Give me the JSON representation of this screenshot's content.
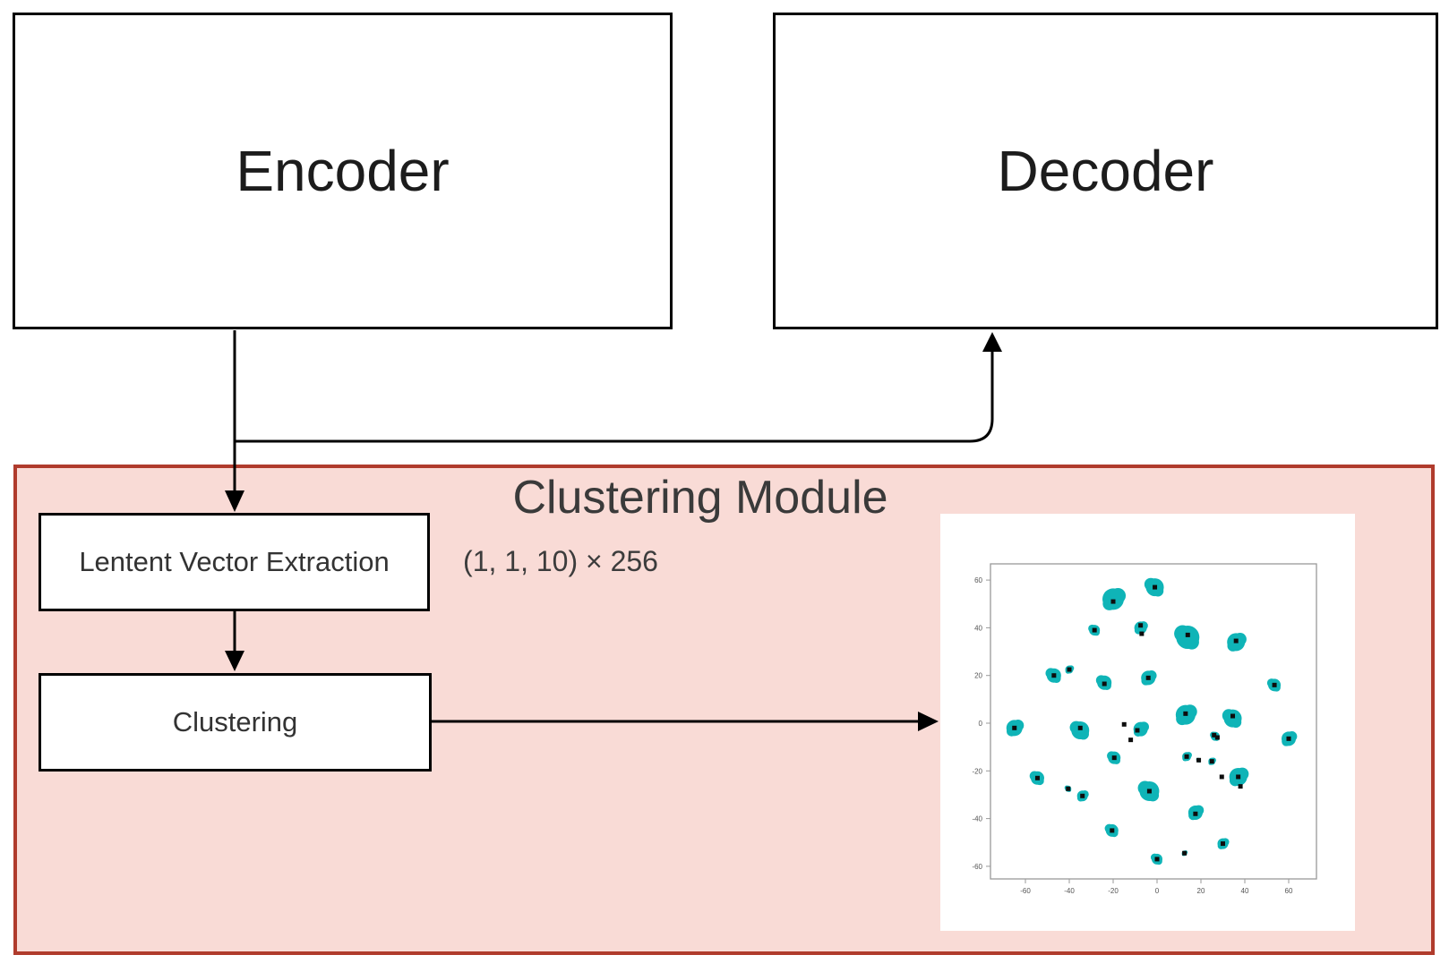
{
  "diagram": {
    "encoder_label": "Encoder",
    "decoder_label": "Decoder",
    "module_title": "Clustering Module",
    "shape_label": "(1, 1, 10) × 256",
    "latent_label": "Lentent Vector Extraction",
    "clustering_label": "Clustering"
  },
  "colors": {
    "module_fill": "#f9dbd6",
    "module_border": "#b03b2c",
    "box_border": "#000000",
    "arrow_black": "#000000",
    "cluster_teal": "#0fb4b7",
    "dot_black": "#0d0d0d",
    "axis_gray": "#999999",
    "tick_label": "#555555"
  },
  "chart_data": {
    "type": "scatter",
    "title": "",
    "xlabel": "",
    "ylabel": "",
    "xlim": [
      -75,
      73
    ],
    "ylim": [
      -66,
      67
    ],
    "grid": false,
    "legend": "none",
    "x_ticks": [
      -60,
      -40,
      -20,
      0,
      20,
      40,
      60
    ],
    "y_ticks": [
      60,
      40,
      20,
      0,
      -20,
      -40,
      -60
    ],
    "clusters": [
      {
        "x": -1,
        "y": 57,
        "r": 10
      },
      {
        "x": -20,
        "y": 52,
        "r": 12
      },
      {
        "x": -28.5,
        "y": 39,
        "r": 6
      },
      {
        "x": -7.5,
        "y": 40,
        "r": 7
      },
      {
        "x": 14,
        "y": 36,
        "r": 13
      },
      {
        "x": 36,
        "y": 34,
        "r": 10
      },
      {
        "x": -47,
        "y": 20,
        "r": 8
      },
      {
        "x": -40,
        "y": 22.5,
        "r": 4.5
      },
      {
        "x": -24,
        "y": 17,
        "r": 8
      },
      {
        "x": -4,
        "y": 19,
        "r": 8
      },
      {
        "x": 53.5,
        "y": 16,
        "r": 7
      },
      {
        "x": 13,
        "y": 3.5,
        "r": 11
      },
      {
        "x": 34.5,
        "y": 2,
        "r": 10
      },
      {
        "x": -65,
        "y": -2,
        "r": 9
      },
      {
        "x": -35,
        "y": -3,
        "r": 10
      },
      {
        "x": -7.5,
        "y": -2.5,
        "r": 8
      },
      {
        "x": 26.5,
        "y": -5.5,
        "r": 5
      },
      {
        "x": 60,
        "y": -6.5,
        "r": 8
      },
      {
        "x": -19.5,
        "y": -14.5,
        "r": 7
      },
      {
        "x": 13.5,
        "y": -14,
        "r": 5
      },
      {
        "x": 19,
        "y": -15.5,
        "r": 2.5
      },
      {
        "x": 25,
        "y": -16,
        "r": 4
      },
      {
        "x": -54.5,
        "y": -23,
        "r": 7.5
      },
      {
        "x": 37,
        "y": -22.5,
        "r": 10
      },
      {
        "x": -40.5,
        "y": -27.5,
        "r": 3.5
      },
      {
        "x": -34,
        "y": -30.5,
        "r": 6
      },
      {
        "x": -3.5,
        "y": -28.5,
        "r": 11
      },
      {
        "x": 17.5,
        "y": -37.5,
        "r": 8
      },
      {
        "x": -20.5,
        "y": -45,
        "r": 7
      },
      {
        "x": 30,
        "y": -50.5,
        "r": 6
      },
      {
        "x": 0,
        "y": -57,
        "r": 6
      },
      {
        "x": 12.5,
        "y": -54.5,
        "r": 3
      }
    ],
    "black_dots": [
      [
        -1,
        57
      ],
      [
        -20,
        51
      ],
      [
        -28.5,
        39
      ],
      [
        -7.5,
        41
      ],
      [
        -7,
        37.5
      ],
      [
        14,
        37
      ],
      [
        36,
        34.5
      ],
      [
        -47,
        20
      ],
      [
        -40,
        22.5
      ],
      [
        -24,
        16.5
      ],
      [
        -4,
        19
      ],
      [
        53.5,
        16
      ],
      [
        13,
        4
      ],
      [
        34.5,
        3
      ],
      [
        -65,
        -2
      ],
      [
        -35,
        -2
      ],
      [
        -15,
        -0.5
      ],
      [
        -9,
        -3
      ],
      [
        -12,
        -7
      ],
      [
        26,
        -5
      ],
      [
        27.5,
        -6
      ],
      [
        60,
        -6.5
      ],
      [
        -19.5,
        -14.5
      ],
      [
        13.5,
        -14
      ],
      [
        19,
        -15.5
      ],
      [
        25,
        -16
      ],
      [
        -54.5,
        -23
      ],
      [
        37,
        -22.5
      ],
      [
        38,
        -26.5
      ],
      [
        29.5,
        -22.5
      ],
      [
        -40.5,
        -27.5
      ],
      [
        -34,
        -30.5
      ],
      [
        -3.5,
        -28.5
      ],
      [
        17.5,
        -38
      ],
      [
        -20.5,
        -45
      ],
      [
        30,
        -50.5
      ],
      [
        0,
        -57
      ],
      [
        12.5,
        -54.5
      ]
    ]
  }
}
